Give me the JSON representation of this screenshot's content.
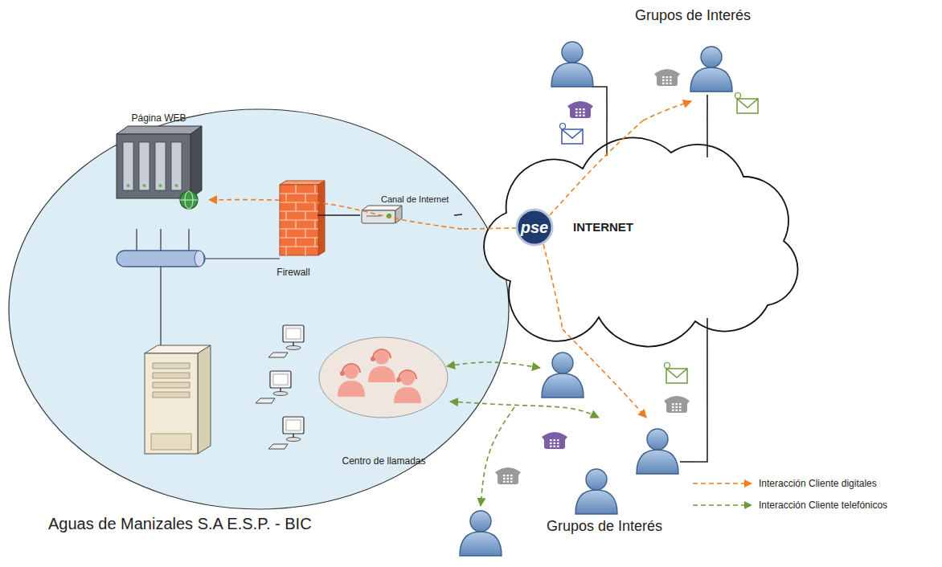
{
  "diagram": {
    "nodes": [
      {
        "text": [
          "Aguas de Manizales S.A E.S.P. - BIC"
        ]
      },
      {
        "text": [
          "Página WEB"
        ],
        "in": 0
      },
      {
        "text": [
          "Firewall"
        ],
        "in": 0
      },
      {
        "text": [
          "Canal de Internet"
        ],
        "in": 0
      },
      {
        "text": [
          "Centro de llamadas"
        ],
        "in": 0
      },
      {
        "text": [
          "INTERNET"
        ]
      },
      {
        "text": [
          "Grupos de Interés"
        ]
      },
      {
        "text": [
          "Grupos de Interés"
        ]
      }
    ],
    "edges": [
      {
        "from": 5,
        "to": 1,
        "arrow": "to"
      },
      {
        "from": 5,
        "to": 6,
        "arrow": "to"
      },
      {
        "from": 5,
        "to": 7,
        "arrow": "to"
      },
      {
        "from": 4,
        "to": 7,
        "arrow": "both"
      },
      {
        "from": 2,
        "to": 3,
        "arrow": "none"
      },
      {
        "from": 3,
        "to": 5,
        "arrow": "none"
      },
      {
        "from": 6,
        "to": 5,
        "arrow": "none"
      },
      {
        "from": 6,
        "to": 5,
        "arrow": "none"
      },
      {
        "from": 5,
        "to": 7,
        "arrow": "none"
      }
    ],
    "labels": [
      "pse"
    ],
    "legend": [
      {
        "text": "Interacción Cliente digitales"
      },
      {
        "text": "Interacción Cliente telefónicos"
      }
    ]
  }
}
